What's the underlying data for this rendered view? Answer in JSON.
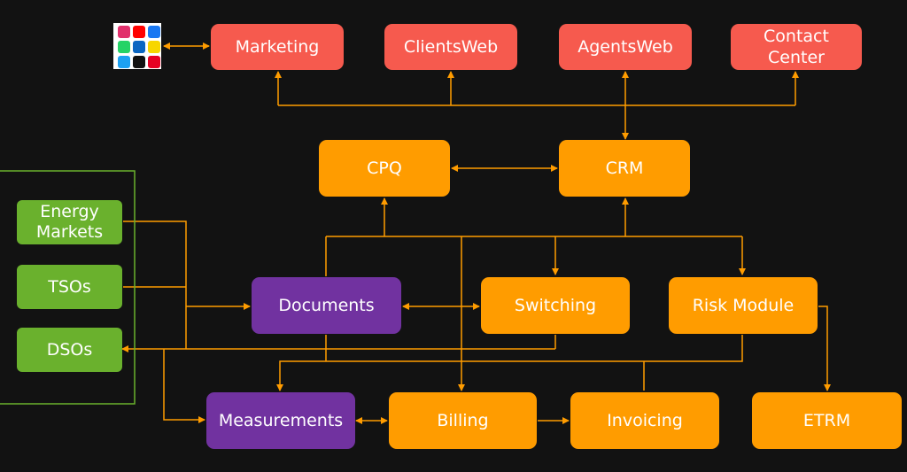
{
  "nodes": {
    "marketing": "Marketing",
    "clientsweb": "ClientsWeb",
    "agentsweb": "AgentsWeb",
    "contact_center_line1": "Contact",
    "contact_center_line2": "Center",
    "cpq": "CPQ",
    "crm": "CRM",
    "energy_markets_line1": "Energy",
    "energy_markets_line2": "Markets",
    "tsos": "TSOs",
    "dsos": "DSOs",
    "documents": "Documents",
    "switching": "Switching",
    "risk_module": "Risk Module",
    "measurements": "Measurements",
    "billing": "Billing",
    "invoicing": "Invoicing",
    "etrm": "ETRM"
  },
  "social_icons": [
    {
      "name": "instagram-icon",
      "color": "#e1306c"
    },
    {
      "name": "youtube-icon",
      "color": "#ff0000"
    },
    {
      "name": "facebook-icon",
      "color": "#1877f2"
    },
    {
      "name": "whatsapp-icon",
      "color": "#25d366"
    },
    {
      "name": "linkedin-icon",
      "color": "#0a66c2"
    },
    {
      "name": "snapchat-icon",
      "color": "#f7d600"
    },
    {
      "name": "twitter-icon",
      "color": "#1da1f2"
    },
    {
      "name": "tiktok-icon",
      "color": "#111111"
    },
    {
      "name": "pinterest-icon",
      "color": "#e60023"
    }
  ],
  "colors": {
    "background": "#121212",
    "channel_box": "#f65a4e",
    "core_box": "#ff9c00",
    "document_box": "#7132a0",
    "external_box": "#6ab12d",
    "connector": "#ff9c00"
  }
}
